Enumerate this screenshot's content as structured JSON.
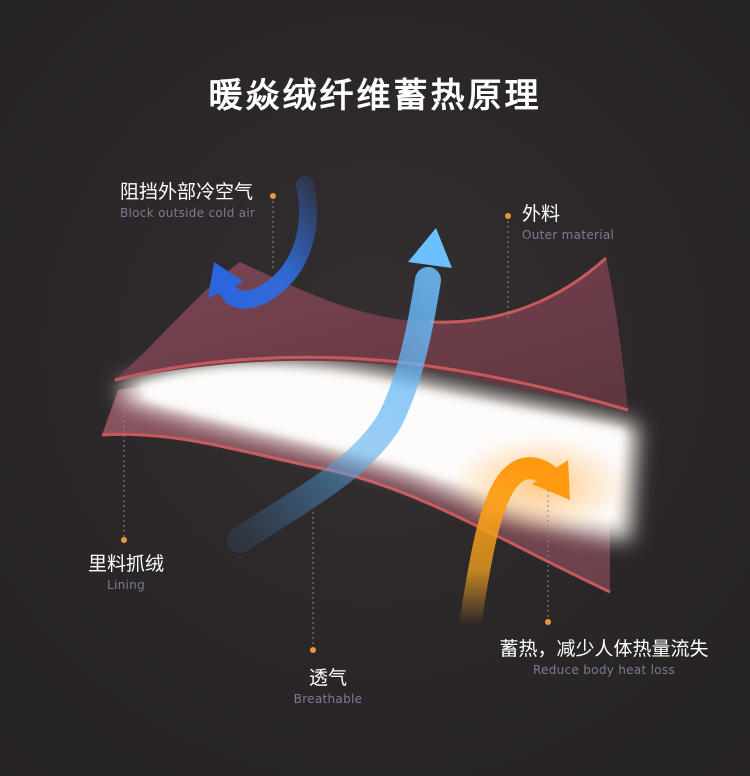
{
  "title": "暖焱绒纤维蓄热原理",
  "labels": {
    "block": {
      "cn": "阻挡外部冷空气",
      "en": "Block outside cold air"
    },
    "outer": {
      "cn": "外料",
      "en": "Outer material"
    },
    "lining": {
      "cn": "里料抓绒",
      "en": "Lining"
    },
    "breathable": {
      "cn": "透气",
      "en": "Breathable"
    },
    "heat": {
      "cn": "蓄热，减少人体热量流失",
      "en": "Reduce body heat loss"
    }
  },
  "colors": {
    "background": "#2b2729",
    "fabric": "#6e3f4a",
    "fabric_edge": "#c7585c",
    "fleece": "#f4efea",
    "leader_dot": "#e89a3a",
    "cold_arrow": "#2f6fe0",
    "breath_arrow": "#5fb4f0",
    "heat_arrow": "#f5a41e",
    "en_text": "#7d7a93"
  }
}
